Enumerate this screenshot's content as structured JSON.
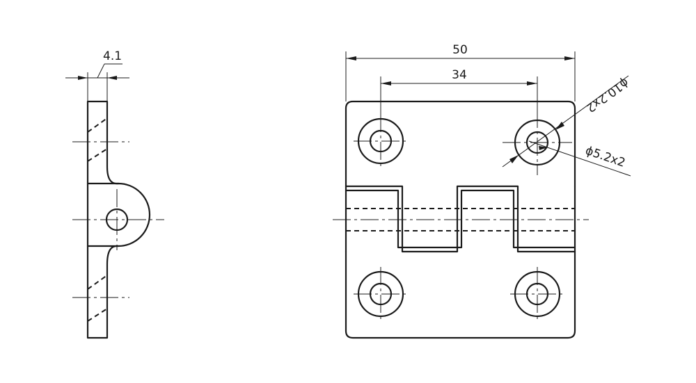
{
  "dimensions": {
    "thickness": "4.1",
    "overall_width": "50",
    "hole_spacing": "34",
    "counterbore": "ϕ10.2x2",
    "through_hole": "ϕ5.2x2"
  }
}
